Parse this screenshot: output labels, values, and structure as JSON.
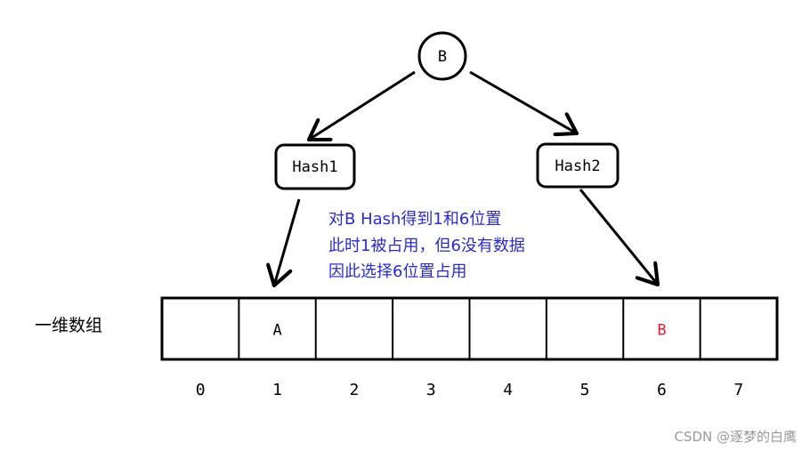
{
  "root_node": {
    "label": "B"
  },
  "hash_functions": [
    {
      "label": "Hash1"
    },
    {
      "label": "Hash2"
    }
  ],
  "annotation": {
    "lines": [
      "对B Hash得到1和6位置",
      "此时1被占用，但6没有数据",
      "因此选择6位置占用"
    ],
    "color": "#2b2bc8"
  },
  "array": {
    "label": "一维数组",
    "cells": [
      {
        "index": "0",
        "value": ""
      },
      {
        "index": "1",
        "value": "A"
      },
      {
        "index": "2",
        "value": ""
      },
      {
        "index": "3",
        "value": ""
      },
      {
        "index": "4",
        "value": ""
      },
      {
        "index": "5",
        "value": ""
      },
      {
        "index": "6",
        "value": "B",
        "highlight": true
      },
      {
        "index": "7",
        "value": ""
      }
    ],
    "highlight_color": "#e8192c"
  },
  "watermark": "CSDN @逐梦的白鹰"
}
